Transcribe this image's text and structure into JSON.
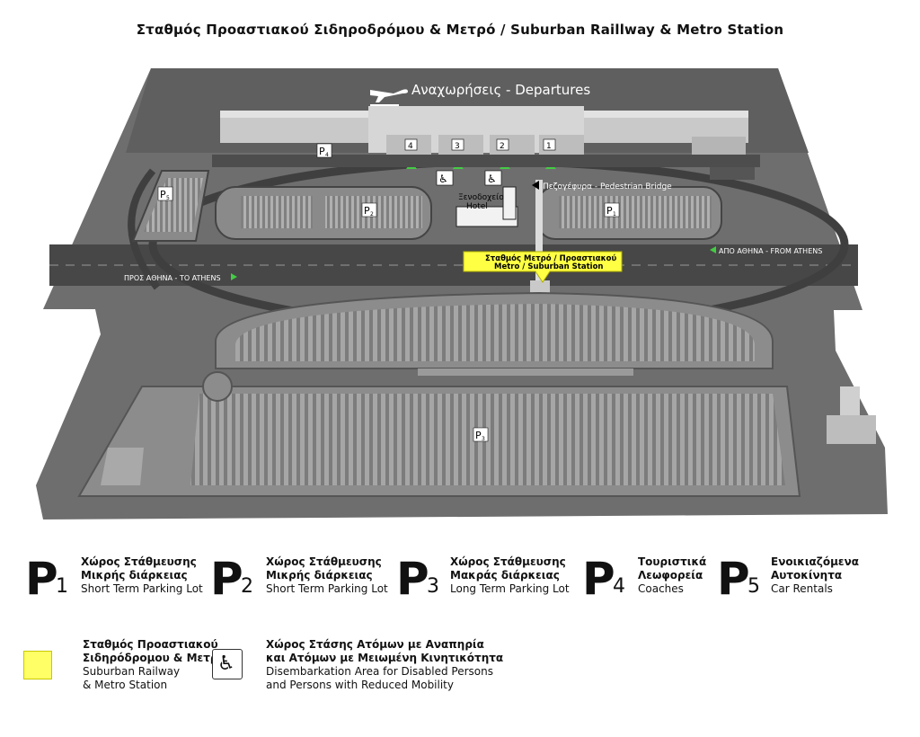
{
  "title": "Σταθμός Προαστιακού Σιδηροδρόμου & Μετρό / Suburban Raillway & Metro Station",
  "map": {
    "departures": "Αναχωρήσεις - Departures",
    "gates": [
      "4",
      "3",
      "2",
      "1"
    ],
    "pedestrian_bridge": "Πεζογέφυρα - Pedestrian Bridge",
    "hotel_gr": "Ξενοδοχείο",
    "hotel_en": "Hotel",
    "station_gr": "Σταθμός Μετρό / Προαστιακού",
    "station_en": "Metro / Suburban Station",
    "from_athens": "ΑΠΟ ΑΘΗΝΑ - FROM ATHENS",
    "to_athens": "ΠΡΟΣ ΑΘΗΝΑ - ΤΟ ATHENS",
    "parking_labels": {
      "p1": {
        "letter": "P",
        "num": "1"
      },
      "p2": {
        "letter": "P",
        "num": "2"
      },
      "p3": {
        "letter": "P",
        "num": "3"
      },
      "p4": {
        "letter": "P",
        "num": "4"
      },
      "p5": {
        "letter": "P",
        "num": "5"
      }
    }
  },
  "legend": {
    "parking": [
      {
        "letter": "P",
        "num": "1",
        "gr1": "Χώρος Στάθμευσης",
        "gr2": "Μικρής διάρκειας",
        "en": "Short Term Parking Lot"
      },
      {
        "letter": "P",
        "num": "2",
        "gr1": "Χώρος Στάθμευσης",
        "gr2": "Μικρής διάρκειας",
        "en": "Short Term Parking Lot"
      },
      {
        "letter": "P",
        "num": "3",
        "gr1": "Χώρος Στάθμευσης",
        "gr2": "Μακράς διάρκειας",
        "en": "Long Term Parking Lot"
      },
      {
        "letter": "P",
        "num": "4",
        "gr1": "Τουριστικά",
        "gr2": "Λεωφορεία",
        "en": "Coaches"
      },
      {
        "letter": "P",
        "num": "5",
        "gr1": "Ενοικιαζόμενα",
        "gr2": "Αυτοκίνητα",
        "en": "Car Rentals"
      }
    ],
    "station": {
      "gr1": "Σταθμός Προαστιακού",
      "gr2": "Σιδηρόδρομου & Μετρό",
      "en1": "Suburban Railway",
      "en2": "& Metro Station",
      "color": "#ffff66"
    },
    "disabled": {
      "gr1": "Χώρος Στάσης Ατόμων με Αναπηρία",
      "gr2": "και Ατόμων με Μειωμένη Κινητικότητα",
      "en1": "Disembarkation Area for Disabled Persons",
      "en2": "and Persons with Reduced Mobility",
      "icon": "wheelchair-icon"
    }
  },
  "colors": {
    "map_base": "#6e6e6e",
    "station_yellow": "#ffff44",
    "arrow_green": "#44cc44"
  }
}
